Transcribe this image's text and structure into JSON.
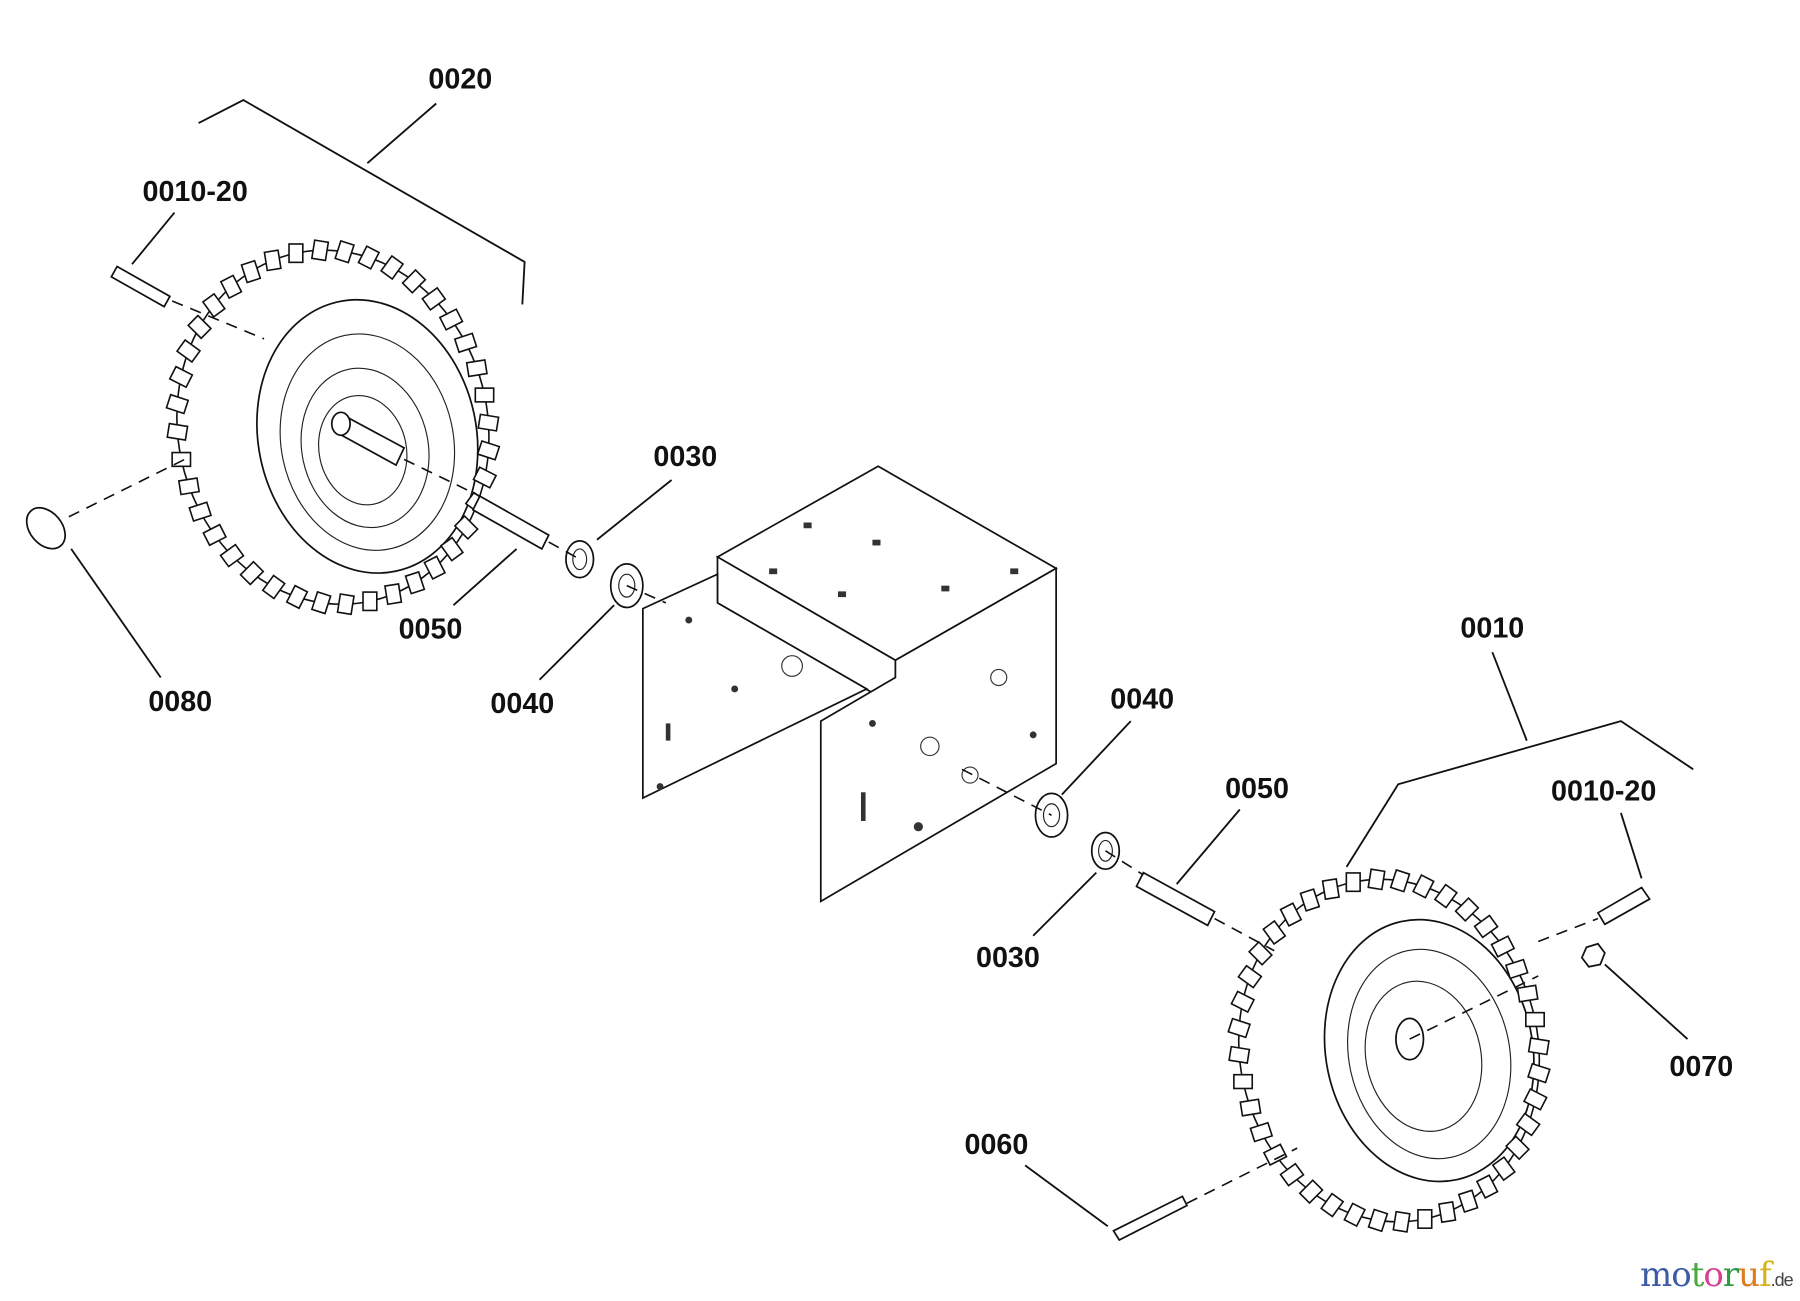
{
  "diagram": {
    "callouts": [
      {
        "id": "wheel-assembly-left",
        "text": "0020"
      },
      {
        "id": "valve-left",
        "text": "0010-20"
      },
      {
        "id": "washer-top",
        "text": "0030"
      },
      {
        "id": "axle-tube-left",
        "text": "0050"
      },
      {
        "id": "clip-pin",
        "text": "0080"
      },
      {
        "id": "spacer-left",
        "text": "0040"
      },
      {
        "id": "wheel-assembly-right",
        "text": "0010"
      },
      {
        "id": "spacer-right",
        "text": "0040"
      },
      {
        "id": "axle-tube-right",
        "text": "0050"
      },
      {
        "id": "valve-right",
        "text": "0010-20"
      },
      {
        "id": "washer-bottom",
        "text": "0030"
      },
      {
        "id": "nut",
        "text": "0070"
      },
      {
        "id": "bolt",
        "text": "0060"
      }
    ]
  },
  "watermark": {
    "letters": [
      "m",
      "o",
      "t",
      "o",
      "r",
      "u",
      "f"
    ],
    "colors": [
      "#3b5ba5",
      "#3b5ba5",
      "#4aa843",
      "#d9408f",
      "#2f9a46",
      "#e07a1f",
      "#d6b21a"
    ],
    "suffix": ".de"
  }
}
